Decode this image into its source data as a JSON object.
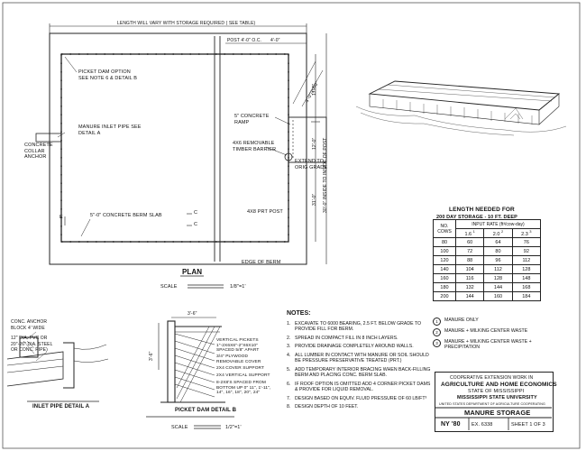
{
  "plan": {
    "length_label": "LENGTH WILL VARY WITH STORAGE REQUIRED ( SEE TABLE)",
    "post_spacing": "POST 4'-0\" O.C.",
    "post_dim": "4'-0\"",
    "picket_dam": "PICKET DAM OPTION SEE NOTE 6 & DETAIL B",
    "manure_inlet": "MANURE INLET PIPE SEE DETAIL A",
    "concrete_collar": "CONCRETE COLLAR ANCHOR",
    "concrete_ramp": "5\" CONCRETE RAMP",
    "timber_barrier": "4x6 REMOVABLE TIMBER BARRIER",
    "extend_grade": "EXTEND TO ORIG GRADE",
    "berm_slab": "5\"-0\" CONCRETE BERM SLAB",
    "prt_post": "4x8 PRT POST",
    "edge_berm": "EDGE OF BERM",
    "dim_4_10": "4'-0\"/10'-0\"",
    "dim_17": "17'-0\"",
    "dim_12": "12'-0\"",
    "dim_31": "31'-0\"",
    "dim_30_inside": "30'-0\" INSIDE TO INSIDE OF POST",
    "sec_e": "E",
    "sec_c": "C",
    "title": "PLAN",
    "scale_word": "SCALE",
    "scale_ratio": "1/8\"=1'"
  },
  "detail_a": {
    "anchor": "CONC. ANCHOR BLOCK 4' WIDE",
    "pipe": "12\" DIA. PVC OR 20\"-26\" DIA. STEEL OR CONC. PIPE)",
    "title": "INLET PIPE DETAIL A"
  },
  "detail_b": {
    "top_dim": "3'-6\"",
    "side_dim": "3'-6\"",
    "vert_pickets": "VERTICAL PICKETS 1\"-2x6x6\"-2\"x6x10\" SPACED 5/8\" APART",
    "plywood": "3/4\" PLYWOOD REMOVABLE COVER",
    "cover_support": "2x4 COVER SUPPORT",
    "vert_support": "2x4 VERTICAL SUPPORT",
    "boards": "8-2x8's SPACED FROM BOTTOM UP 0\" 11\", 1'-11\", 14\", 16\", 18\", 20\", 24\"",
    "title": "PICKET DAM DETAIL B",
    "scale_word": "SCALE",
    "scale_ratio": "1/2\"=1'"
  },
  "table": {
    "title1": "LENGTH NEEDED FOR",
    "title2": "200 DAY STORAGE - 10 ft. DEEP",
    "col_head": "NO. COWS",
    "rate_head": "INPUT RATE (ft³/cow-day)",
    "rates": [
      "1.6",
      "2.0",
      "2.3"
    ],
    "rate_marks": [
      "1",
      "2",
      "3"
    ],
    "rows": [
      [
        "80",
        "60",
        "64",
        "76"
      ],
      [
        "100",
        "72",
        "80",
        "92"
      ],
      [
        "120",
        "88",
        "96",
        "112"
      ],
      [
        "140",
        "104",
        "112",
        "128"
      ],
      [
        "160",
        "116",
        "128",
        "148"
      ],
      [
        "180",
        "132",
        "144",
        "168"
      ],
      [
        "200",
        "144",
        "160",
        "184"
      ]
    ]
  },
  "legend": [
    {
      "num": "1",
      "text": "MANURE ONLY"
    },
    {
      "num": "2",
      "text": "MANURE + MILKING CENTER WASTE"
    },
    {
      "num": "3",
      "text": "MANURE + MILKING CENTER WASTE + PRECIPITATION"
    }
  ],
  "notes": {
    "heading": "NOTES:",
    "items": [
      "EXCAVATE TO 6000 BEARING, 2.5 ft. BELOW GRADE TO PROVIDE FILL FOR BERM.",
      "SPREAD IN COMPACT FILL IN 8 INCH LAYERS.",
      "PROVIDE DRAINAGE COMPLETELY AROUND WALLS.",
      "ALL LUMBER IN CONTACT WITH MANURE OR SOIL SHOULD BE PRESSURE PRESERVATIVE TREATED (PRT.)",
      "ADD TEMPORARY INTERIOR BRACING WHEN BACK-FILLING BERM AND PLACING CONC. BERM SLAB.",
      "IF ROOF OPTION IS OMITTED ADD 4 CORNER PICKET DAMS & PROVIDE FOR LIQUID REMOVAL.",
      "DESIGN BASED ON EQUIV. FLUID PRESSURE OF 60 lb/ft³",
      "DESIGN DEPTH OF 10 FEET."
    ]
  },
  "title_block": {
    "l1": "COOPERATIVE EXTENSION WORK IN",
    "l2": "AGRICULTURE AND HOME ECONOMICS",
    "l3": "STATE OF MISSISSIPPI",
    "l4": "MISSISSIPPI STATE UNIVERSITY",
    "l5": "UNITED STATES DEPARTMENT OF AGRICULTURE COOPERATING",
    "title": "MANURE STORAGE",
    "code": "NY '80",
    "ex": "EX. 6338",
    "sheet": "SHEET 1 OF 3"
  }
}
